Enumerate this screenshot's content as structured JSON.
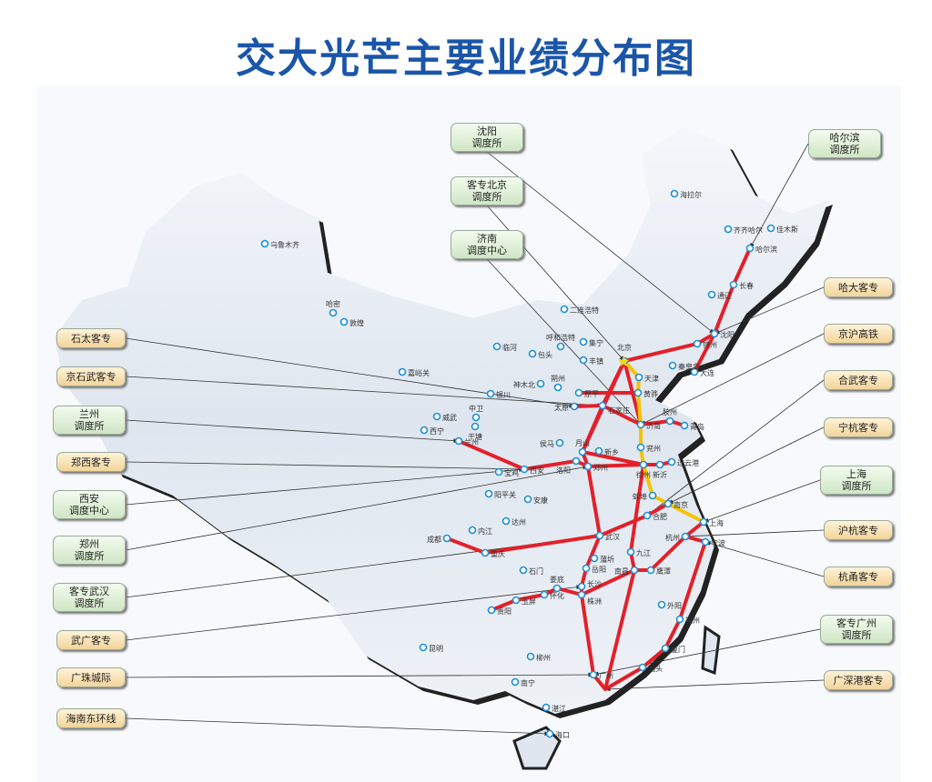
{
  "title": "交大光芒主要业绩分布图",
  "colors": {
    "title": "#1a55a8",
    "line_red": "#e3202a",
    "line_yellow": "#f5c400",
    "city": "#1c8fd6"
  },
  "callouts": {
    "shenyang": "沈阳\n调度所",
    "beijing": "客专北京\n调度所",
    "jinan": "济南\n调度中心",
    "harbin": "哈尔滨\n调度所",
    "hada": "哈大客专",
    "jinghu": "京沪高铁",
    "hewu": "合武客专",
    "ninghang": "宁杭客专",
    "shanghai": "上海\n调度所",
    "huhang": "沪杭客专",
    "hangyong": "杭甬客专",
    "guangzhou": "客专广州\n调度所",
    "guangshengang": "广深港客专",
    "shitai": "石太客专",
    "jingshiwu": "京石武客专",
    "lanzhou": "兰州\n调度所",
    "zhengxi": "郑西客专",
    "xian": "西安\n调度中心",
    "zhengzhou": "郑州\n调度所",
    "wuhan": "客专武汉\n调度所",
    "wuguang": "武广客专",
    "guangzhu": "广珠城际",
    "hainan": "海南东环线"
  },
  "cities": [
    "乌鲁木齐",
    "哈密",
    "敦煌",
    "嘉峪关",
    "西宁",
    "威武",
    "兰州",
    "中卫",
    "干塘",
    "银川",
    "临河",
    "包头",
    "呼和浩特",
    "集宁",
    "丰镇",
    "二连浩特",
    "神木北",
    "朔州",
    "原平",
    "太原",
    "石家庄",
    "北京",
    "天津",
    "黄骅",
    "秦皇岛",
    "大连",
    "锦州",
    "沈阳",
    "长春",
    "哈尔滨",
    "佳木斯",
    "齐齐哈尔",
    "海拉尔",
    "通辽",
    "济南",
    "胶州",
    "青岛",
    "侯马",
    "兖州",
    "新乡",
    "月山",
    "洛阳",
    "郑州",
    "徐州",
    "新沂",
    "连云港",
    "西安",
    "宝鸡",
    "蚌埠",
    "南京",
    "合肥",
    "上海",
    "杭州",
    "宁波",
    "阳平关",
    "安康",
    "达州",
    "成都",
    "内江",
    "重庆",
    "武汉",
    "蒲圻",
    "岳阳",
    "九江",
    "南昌",
    "鹰潭",
    "石门",
    "娄底",
    "长沙",
    "株洲",
    "怀化",
    "玉屏",
    "贵阳",
    "外阳",
    "福州",
    "厦门",
    "汕头",
    "广州",
    "柳州",
    "南宁",
    "昆明",
    "湛江",
    "海口"
  ]
}
